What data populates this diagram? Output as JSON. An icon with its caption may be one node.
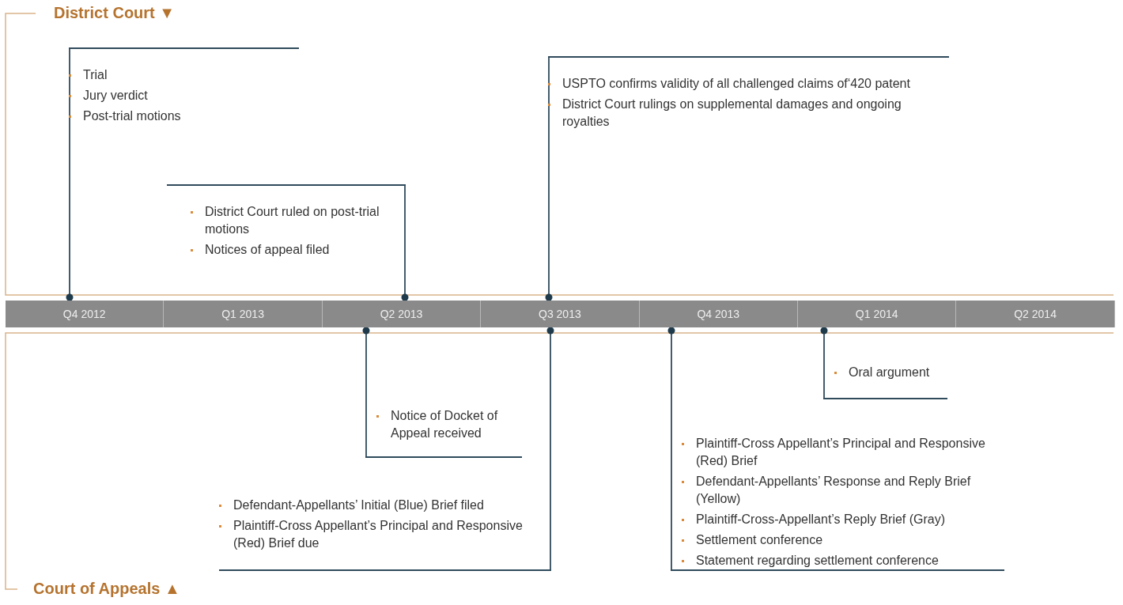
{
  "diagram": {
    "nodes": [
      {
        "text": [
          "Trial",
          "Jury verdict",
          "Post-trial motions"
        ]
      },
      {
        "text": [
          "District Court ruled on post-trial motions",
          "Notices of appeal filed"
        ]
      },
      {
        "text": [
          "USPTO confirms validity of all challenged claims of‘420 patent",
          "District Court rulings on supplemental damages and ongoing royalties"
        ]
      },
      {
        "text": [
          "Q4 2012"
        ]
      },
      {
        "text": [
          "Q1 2013"
        ]
      },
      {
        "text": [
          "Q2 2013"
        ]
      },
      {
        "text": [
          "Q3 2013"
        ]
      },
      {
        "text": [
          "Q4 2013"
        ]
      },
      {
        "text": [
          "Q1 2014"
        ]
      },
      {
        "text": [
          "Q2 2014"
        ]
      },
      {
        "text": [
          "Oral argument"
        ]
      },
      {
        "text": [
          "Notice of Docket of Appeal received"
        ]
      },
      {
        "text": [
          "Plaintiff-Cross Appellant’s Principal and Responsive (Red) Brief",
          "Defendant-Appellants’ Response and Reply Brief (Yellow)",
          "Plaintiff-Cross-Appellant’s Reply Brief (Gray)",
          "Settlement conference",
          "Statement regarding settlement conference"
        ]
      },
      {
        "text": [
          "Defendant-Appellants’ Initial (Blue) Brief filed",
          "Plaintiff-Cross Appellant’s Principal and Responsive (Red) Brief due"
        ]
      }
    ],
    "edges": [
      {
        "from": 0,
        "to": 3,
        "arrow": "other"
      },
      {
        "from": 1,
        "to": 5,
        "arrow": "other"
      },
      {
        "from": 2,
        "to": 6,
        "arrow": "other"
      },
      {
        "from": 10,
        "to": 8,
        "arrow": "other"
      },
      {
        "from": 11,
        "to": 5,
        "arrow": "other"
      },
      {
        "from": 12,
        "to": 7,
        "arrow": "other"
      },
      {
        "from": 13,
        "to": 6,
        "arrow": "other"
      }
    ],
    "labels": [
      "District Court ▼",
      "Court of Appeals ▲"
    ]
  }
}
